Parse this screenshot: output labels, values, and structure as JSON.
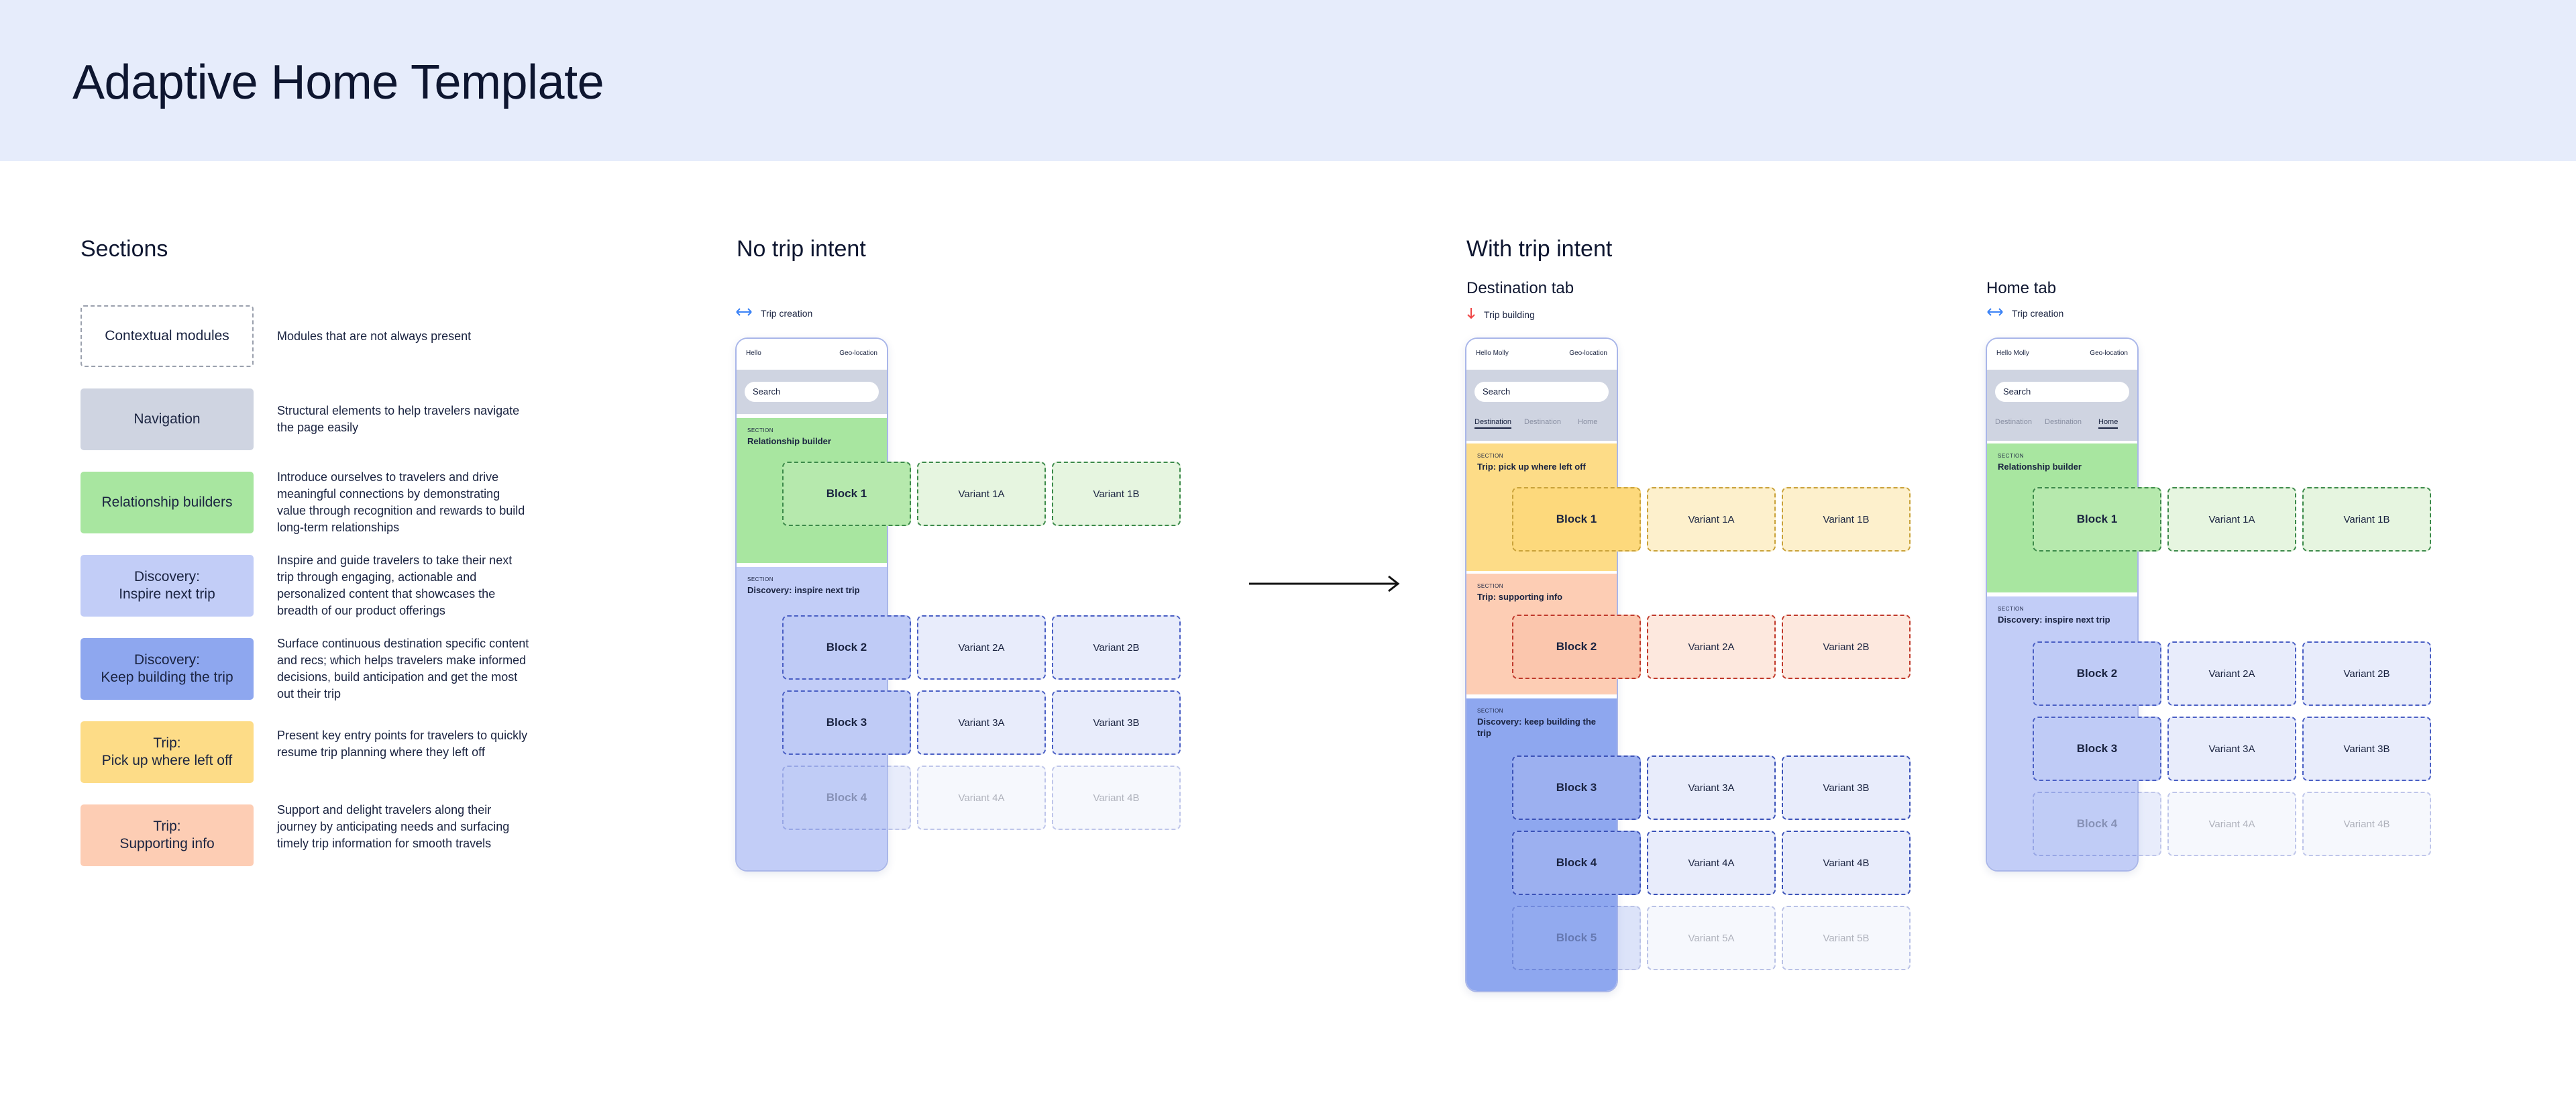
{
  "page": {
    "title": "Adaptive Home Template"
  },
  "legend": {
    "title": "Sections",
    "items": [
      {
        "label": "Contextual modules",
        "desc": "Modules that are not always present",
        "color": "#ffffff",
        "dashed": true
      },
      {
        "label": "Navigation",
        "desc": "Structural elements to help travelers navigate the page easily",
        "color": "#cfd4e1"
      },
      {
        "label": "Relationship builders",
        "desc": "Introduce ourselves to travelers and drive meaningful connections by demonstrating value through recognition and rewards to build long-term relationships",
        "color": "#a8e6a0"
      },
      {
        "label": "Discovery:\nInspire next trip",
        "desc": "Inspire and guide travelers to take their next trip through engaging, actionable and personalized content that showcases the breadth of our product offerings",
        "color": "#c2cdf7"
      },
      {
        "label": "Discovery:\nKeep building the trip",
        "desc": "Surface continuous destination specific content and recs; which helps travelers make informed decisions, build anticipation and get the most out their trip",
        "color": "#8ea7ef"
      },
      {
        "label": "Trip:\nPick up where left off",
        "desc": "Present key entry points for travelers to quickly resume trip planning where they left off",
        "color": "#fddc87"
      },
      {
        "label": "Trip:\nSupporting info",
        "desc": "Support and delight travelers along their journey by anticipating needs and surfacing timely trip information for smooth travels",
        "color": "#fdcdb4"
      }
    ]
  },
  "no_trip": {
    "title": "No trip intent",
    "intent": "Trip creation",
    "phone": {
      "greeting": "Hello",
      "geo": "Geo-location",
      "search": "Search"
    },
    "sections": [
      {
        "caption": "SECTION",
        "name": "Relationship builder"
      },
      {
        "caption": "SECTION",
        "name": "Discovery: inspire next trip"
      }
    ],
    "rows": [
      {
        "block": "Block 1",
        "va": "Variant 1A",
        "vb": "Variant 1B"
      },
      {
        "block": "Block 2",
        "va": "Variant 2A",
        "vb": "Variant 2B"
      },
      {
        "block": "Block 3",
        "va": "Variant 3A",
        "vb": "Variant 3B"
      },
      {
        "block": "Block 4",
        "va": "Variant 4A",
        "vb": "Variant 4B"
      }
    ]
  },
  "with_trip": {
    "title": "With trip intent",
    "destination": {
      "title": "Destination tab",
      "intent": "Trip building",
      "phone": {
        "greeting": "Hello Molly",
        "geo": "Geo-location",
        "search": "Search",
        "tabs": [
          "Destination",
          "Destination",
          "Home"
        ]
      },
      "sections": [
        {
          "caption": "SECTION",
          "name": "Trip: pick up where left off"
        },
        {
          "caption": "SECTION",
          "name": "Trip: supporting info"
        },
        {
          "caption": "SECTION",
          "name": "Discovery: keep building the trip"
        }
      ],
      "rows": [
        {
          "block": "Block 1",
          "va": "Variant 1A",
          "vb": "Variant 1B"
        },
        {
          "block": "Block 2",
          "va": "Variant 2A",
          "vb": "Variant 2B"
        },
        {
          "block": "Block 3",
          "va": "Variant 3A",
          "vb": "Variant 3B"
        },
        {
          "block": "Block 4",
          "va": "Variant 4A",
          "vb": "Variant 4B"
        },
        {
          "block": "Block 5",
          "va": "Variant 5A",
          "vb": "Variant 5B"
        }
      ]
    },
    "home": {
      "title": "Home tab",
      "intent": "Trip creation",
      "phone": {
        "greeting": "Hello Molly",
        "geo": "Geo-location",
        "search": "Search",
        "tabs": [
          "Destination",
          "Destination",
          "Home"
        ]
      },
      "sections": [
        {
          "caption": "SECTION",
          "name": "Relationship builder"
        },
        {
          "caption": "SECTION",
          "name": "Discovery: inspire next trip"
        }
      ],
      "rows": [
        {
          "block": "Block 1",
          "va": "Variant 1A",
          "vb": "Variant 1B"
        },
        {
          "block": "Block 2",
          "va": "Variant 2A",
          "vb": "Variant 2B"
        },
        {
          "block": "Block 3",
          "va": "Variant 3A",
          "vb": "Variant 3B"
        },
        {
          "block": "Block 4",
          "va": "Variant 4A",
          "vb": "Variant 4B"
        }
      ]
    }
  }
}
